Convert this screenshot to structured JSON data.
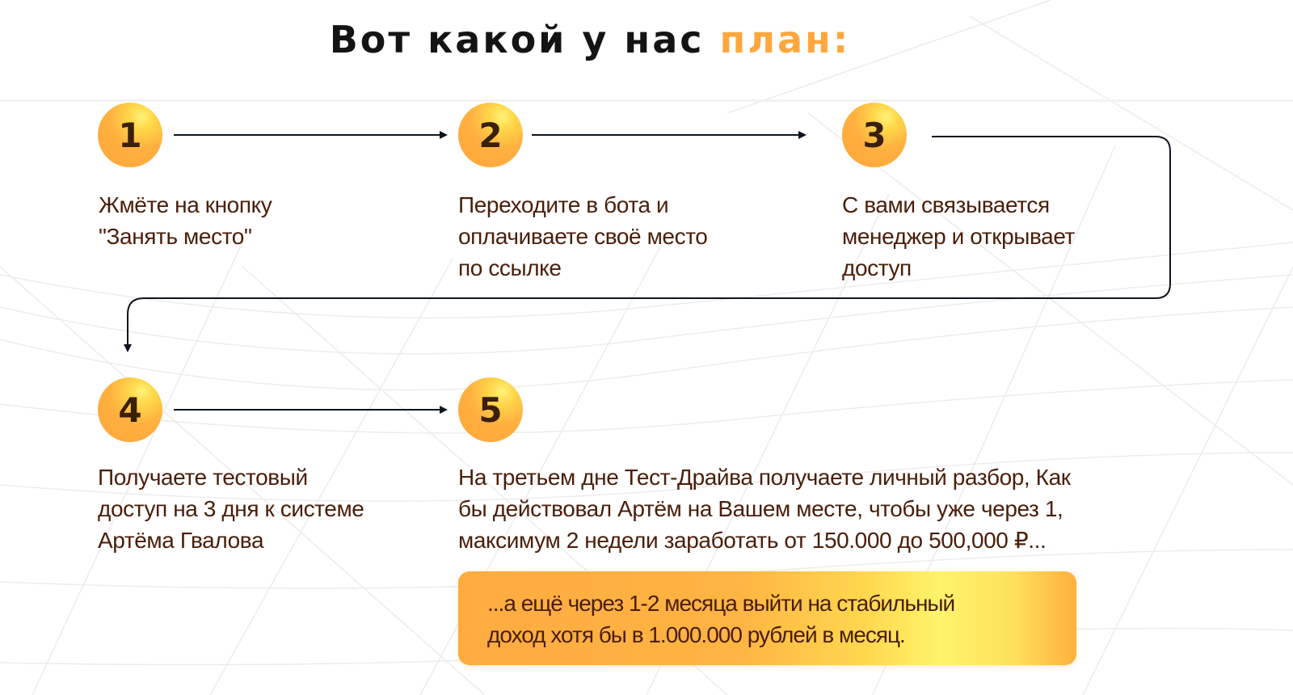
{
  "title": {
    "main": "Вот какой у нас ",
    "accent": "план:",
    "accent_color": "#ffa73d"
  },
  "colors": {
    "text": "#4a1e08",
    "circle_gradient": [
      "#fff27a",
      "#ffb13f",
      "#ffa43a"
    ],
    "arrow": "#0f1420"
  },
  "steps": [
    {
      "number": "1",
      "lines": [
        "Жмёте на кнопку",
        "\"Занять место\""
      ]
    },
    {
      "number": "2",
      "lines": [
        "Переходите в бота и",
        "оплачиваете своё место",
        "по ссылке"
      ]
    },
    {
      "number": "3",
      "lines": [
        "С вами связывается",
        "менеджер и открывает",
        "доступ"
      ]
    },
    {
      "number": "4",
      "lines": [
        "Получаете тестовый",
        "доступ на 3 дня к системе",
        "Артёма Гвалова"
      ]
    },
    {
      "number": "5",
      "lines": [
        "На третьем дне Тест-Драйва получаете личный разбор, Как",
        "бы действовал Артём на Вашем месте, чтобы уже через 1,",
        "максимум 2 недели заработать от 150.000 до 500,000 ₽..."
      ]
    }
  ],
  "highlight": {
    "lines": [
      "...а ещё через 1-2 месяца выйти на стабильный",
      "доход хотя бы в 1.000.000 рублей в месяц."
    ]
  }
}
